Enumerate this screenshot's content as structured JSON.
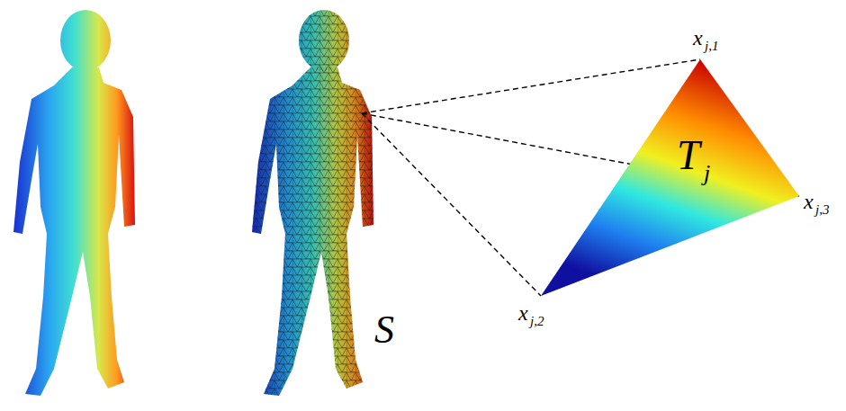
{
  "diagram": {
    "labels": [
      "x",
      "j,1",
      "T",
      "j",
      "x",
      "j,3",
      "S",
      "x",
      "j,2"
    ]
  }
}
